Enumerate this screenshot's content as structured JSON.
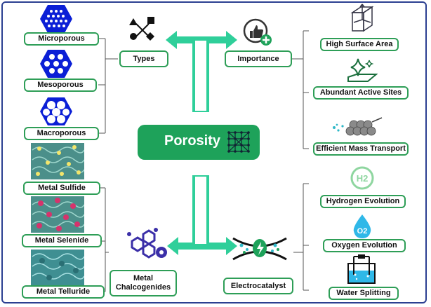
{
  "diagram": {
    "center": {
      "title": "Porosity"
    },
    "types": {
      "title": "Types",
      "items": [
        "Microporous",
        "Mesoporous",
        "Macroporous"
      ]
    },
    "importance": {
      "title": "Importance",
      "items": [
        "High Surface Area",
        "Abundant Active Sites",
        "Efficient Mass Transport"
      ]
    },
    "chalcogenides": {
      "title": "Metal Chalcogenides",
      "items": [
        "Metal Sulfide",
        "Metal Selenide",
        "Metal Telluride"
      ]
    },
    "electrocatalyst": {
      "title": "Electrocatalyst",
      "items": [
        "Hydrogen Evolution",
        "Oxygen Evolution",
        "Water Splitting"
      ]
    },
    "icon_labels": {
      "h2": "H2",
      "o2": "O2"
    }
  },
  "colors": {
    "border": "#2b3f91",
    "label_border": "#2e9e57",
    "center_fill": "#1ea25a",
    "arrow": "#2fcf9a",
    "pore_blue": "#0b1fd6",
    "teal_icon": "#2fb8c8",
    "connector": "#555555"
  },
  "icons": [
    "shapes-icon",
    "thumbs-up-plus-icon",
    "cube-icon",
    "sparkle-surface-icon",
    "porous-cylinder-icon",
    "hexagon-gear-icon",
    "leaf-catalyst-icon",
    "h2-bubble-icon",
    "o2-drop-icon",
    "electrolysis-beaker-icon",
    "grid-network-icon"
  ]
}
